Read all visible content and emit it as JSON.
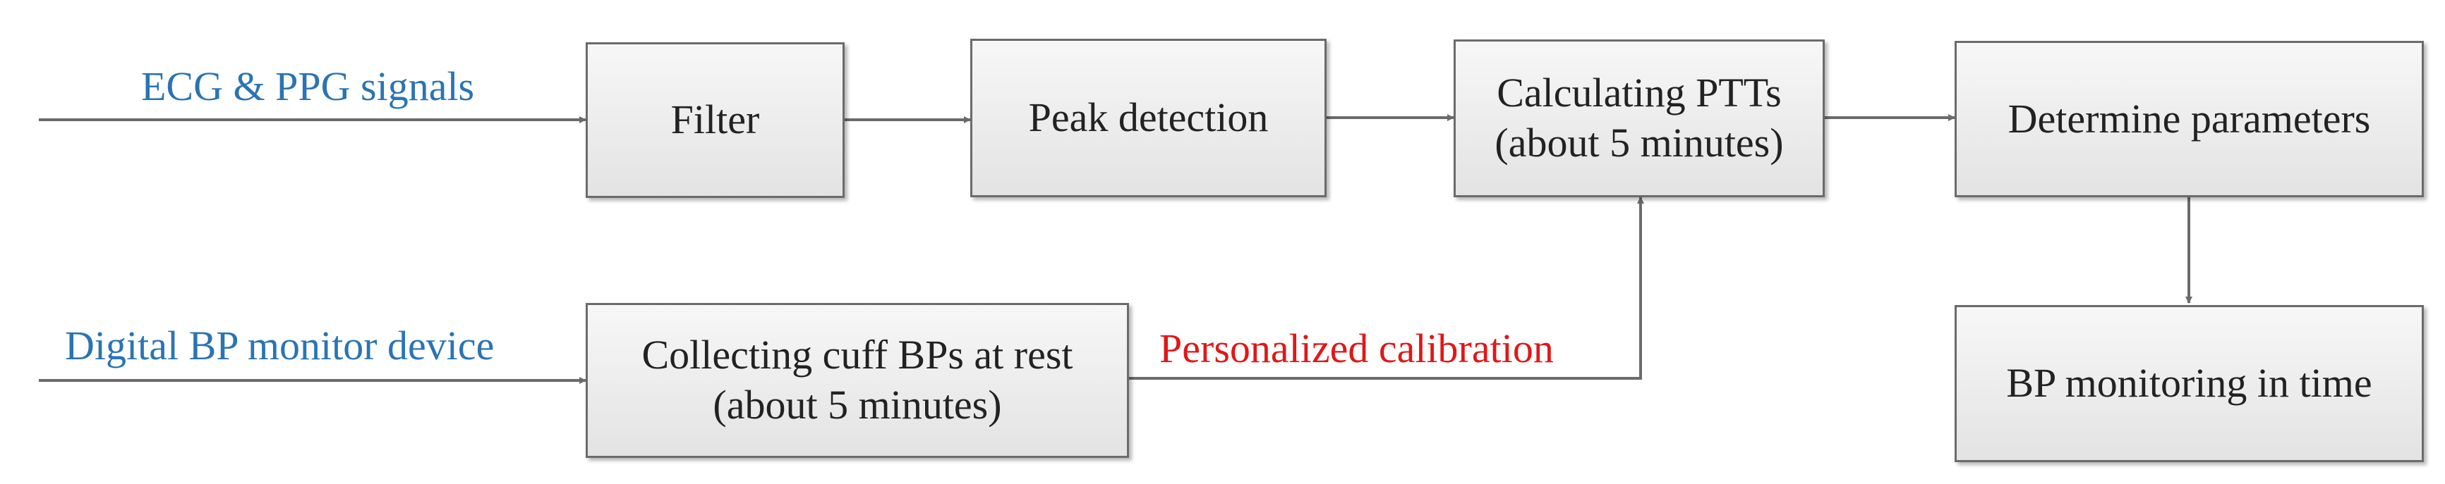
{
  "inputs": {
    "ecg_ppg": "ECG & PPG signals",
    "bp_device": "Digital BP monitor device"
  },
  "boxes": {
    "filter": "Filter",
    "peak_detection": "Peak detection",
    "calculating_ptts": {
      "line1": "Calculating PTTs",
      "line2": "(about 5 minutes)"
    },
    "determine_parameters": "Determine parameters",
    "bp_monitoring": "BP monitoring in time",
    "collecting_cuff": {
      "line1": "Collecting cuff BPs at rest",
      "line2": "(about 5 minutes)"
    }
  },
  "edges": {
    "calibration": "Personalized calibration"
  },
  "colors": {
    "input_label": "#2a74b4",
    "calibration_label": "#e01818",
    "arrow": "#6b6b6b",
    "box_border": "#6b6b6b"
  }
}
